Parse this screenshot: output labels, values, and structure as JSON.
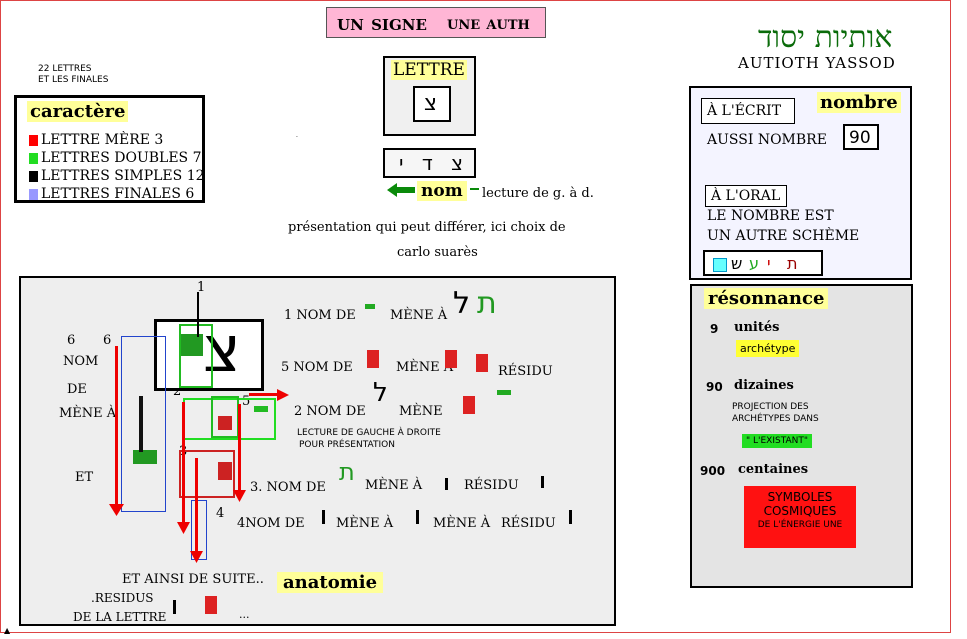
{
  "header": {
    "title_main": "un signe",
    "title_sub": "une auth",
    "hebrew_title": "אותיות יסוד",
    "latin_title": "AUTIOTH YASSOD"
  },
  "left": {
    "count_line1": "22 LETTRES",
    "count_line2": "ET LES FINALES",
    "caractere_title": "caractère",
    "legend": [
      {
        "label": "LETTRE MÈRE 3",
        "color": "#ff0000"
      },
      {
        "label": "LETTRES DOUBLES 7",
        "color": "#22dd22"
      },
      {
        "label": "LETTRES SIMPLES  12",
        "color": "#000000"
      },
      {
        "label": "LETTRES FINALES 6",
        "color": "#9999ff"
      }
    ]
  },
  "center": {
    "lettre_title": "LETTRE",
    "letter": "צ",
    "name_letters": "צ ד י",
    "nom_label": "nom",
    "reading": "lecture de g. à d.",
    "presentation_line1": "présentation qui peut différer, ici choix de",
    "presentation_line2": "carlo suarès"
  },
  "right": {
    "ecrit_label": "À L'ÉCRIT",
    "nombre_title": "nombre",
    "aussi_nombre": "AUSSI NOMBRE",
    "number": "90",
    "oral_label": "À L'ORAL",
    "oral_line1": "LE NOMBRE EST",
    "oral_line2": "UN AUTRE SCHÈME",
    "oral_letters": [
      "ת",
      "ש",
      "ע",
      "י"
    ],
    "resonance_title": "résonnance",
    "units": "9",
    "units_label": "unités",
    "units_tag": "archétype",
    "tens": "90",
    "tens_label": "dizaines",
    "tens_desc1": "PROJECTION  DES",
    "tens_desc2": "ARCHÉTYPES DANS",
    "tens_tag": "\" L'EXISTANT\"",
    "hundreds": "900",
    "hundreds_label": "centaines",
    "symbol_line1": "SYMBOLES",
    "symbol_line2": "COSMIQUES",
    "symbol_line3": "DE L'ÉNERGIE UNE"
  },
  "anatomy": {
    "title": "anatomie",
    "n1": "1",
    "n2": "2",
    "n3": "3",
    "n4": "4",
    "n5": "5",
    "n6a": "6",
    "n6b": "6",
    "line1": "1 NOM DE",
    "line1_mid": "MÈNE À",
    "line5": "5  NOM DE",
    "line5_mid": "MÈNE  À",
    "line5_end": "RÉSIDU",
    "line2": "2 NOM DE",
    "line2_mid": "MÈNE",
    "line2_note1": "LECTURE DE GAUCHE À DROITE",
    "line2_note2": "POUR PRÉSENTATION",
    "line3": "3. NOM DE",
    "line3_mid": "MÈNE  À",
    "line3_end": "RÉSIDU",
    "line4": "4NOM DE",
    "line4_mid": "MÈNE  À",
    "line4_mid2": "MÈNE  À",
    "line4_end": "RÉSIDU",
    "side_nom": "NOM",
    "side_de": "DE",
    "side_mene": "MÈNE À",
    "side_et": "ET",
    "et_ainsi": "ET AINSI DE SUITE..",
    "residus1": ".RESIDUS",
    "residus2": "DE LA LETTRE",
    "ellipsis": "..."
  }
}
